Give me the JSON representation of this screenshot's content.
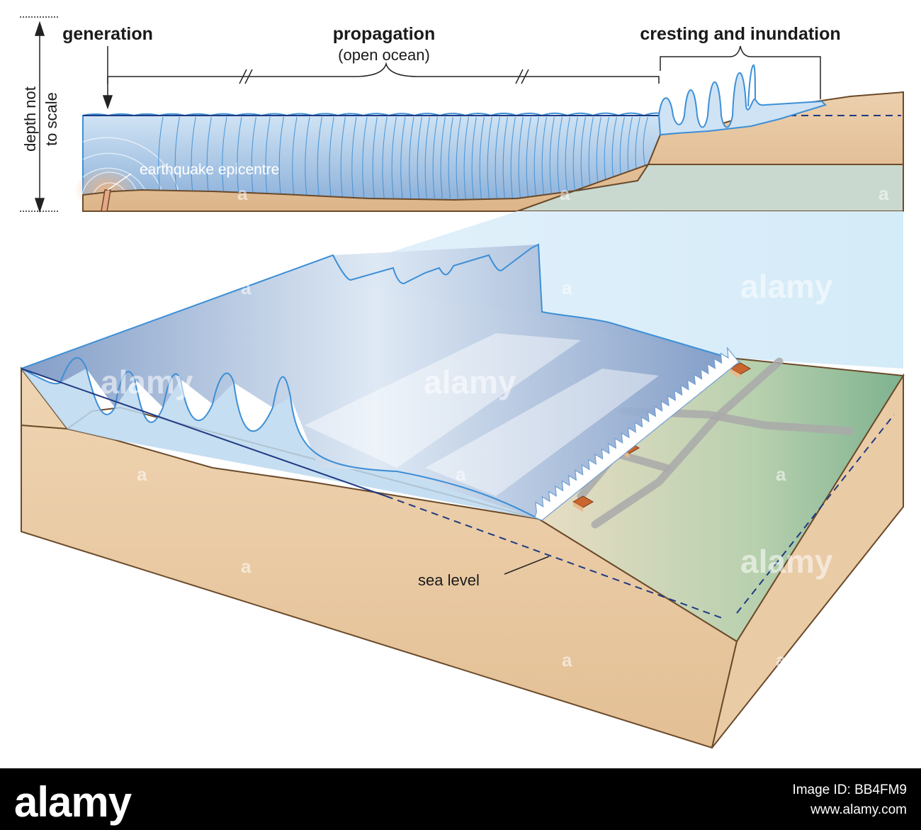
{
  "labels": {
    "generation": "generation",
    "propagation": "propagation",
    "open_ocean": "(open ocean)",
    "cresting": "cresting and inundation",
    "depth_line1": "depth not",
    "depth_line2": "to scale",
    "epicentre": "earthquake epicentre",
    "sea_level": "sea level"
  },
  "watermark": {
    "brand": "alamy",
    "mark": "a"
  },
  "footer": {
    "logo": "alamy",
    "image_id": "Image ID: BB4FM9",
    "site": "www.alamy.com"
  },
  "colors": {
    "water": "#bcd8ef",
    "water_dark": "#7f9fc7",
    "wave_line": "#3d8fd6",
    "land": "#e6c39a",
    "land_edge": "#6b4a2a",
    "sea_level_line": "#2a4f9e",
    "grass": "#8fbf95",
    "footer_bg": "#000000"
  }
}
